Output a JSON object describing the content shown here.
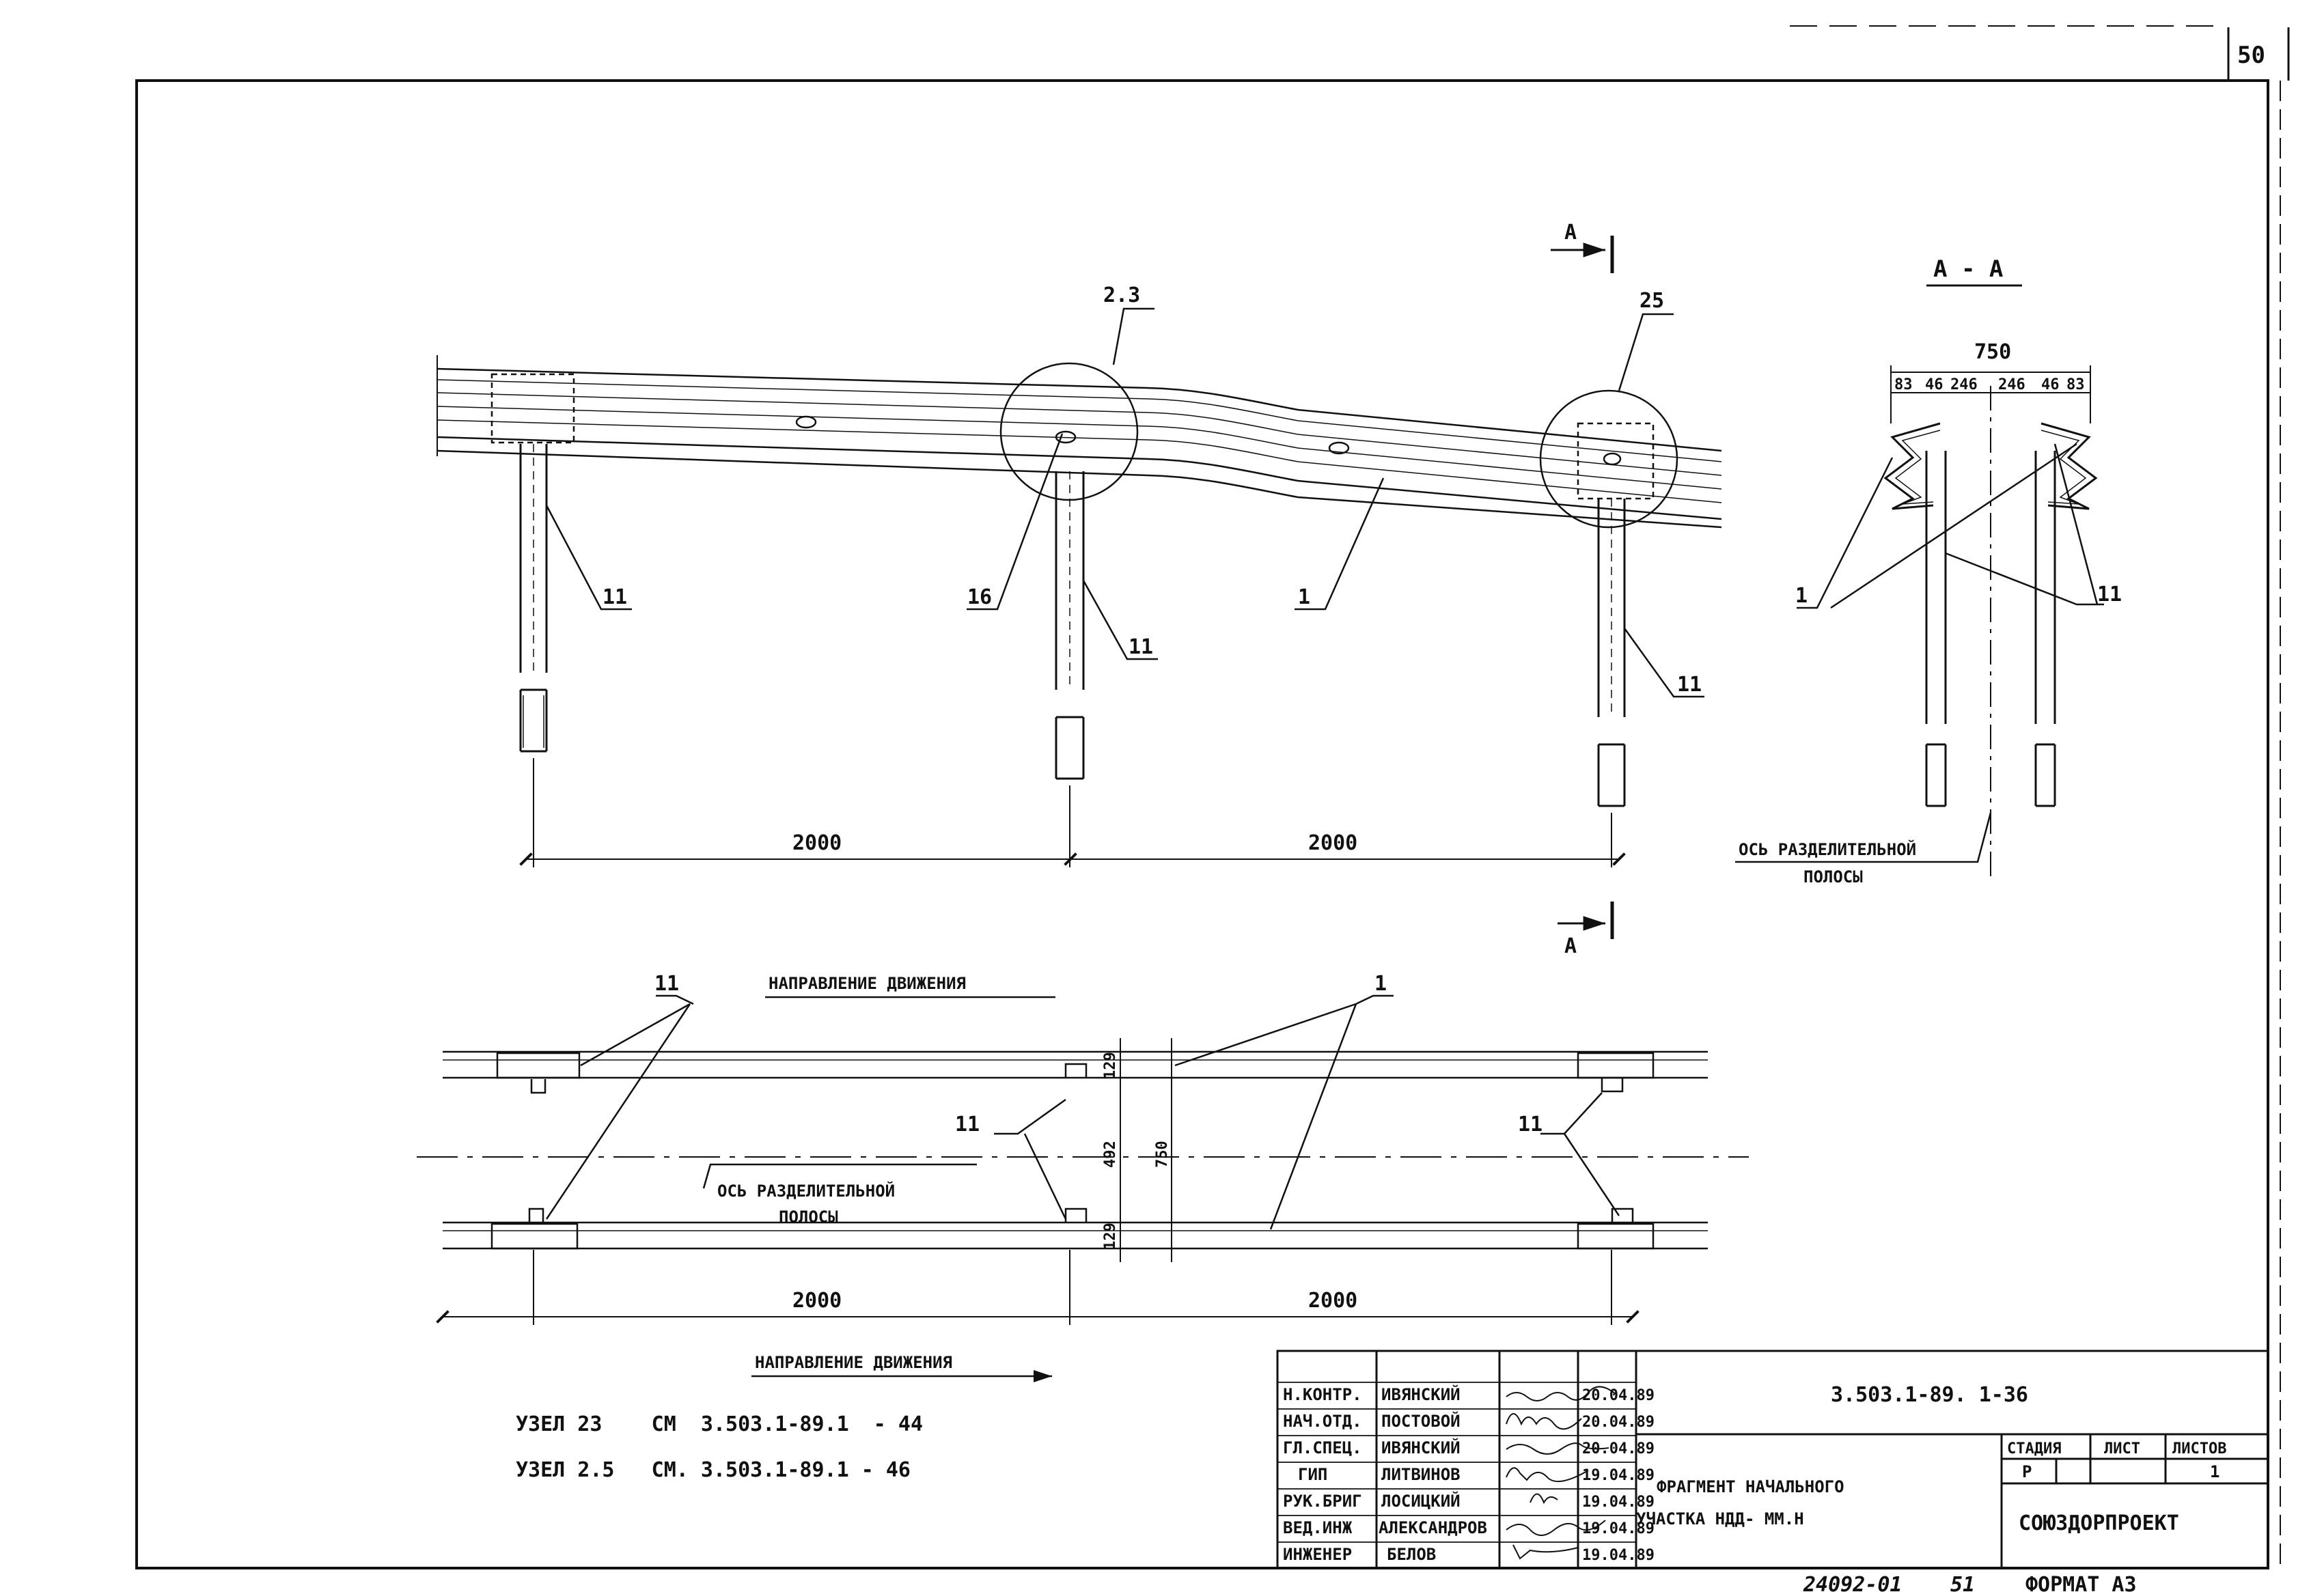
{
  "sheet_number": "50",
  "section": {
    "mark": "А",
    "title": "А - А",
    "overall_width": "750",
    "dims": [
      "83",
      "46",
      "246",
      "246",
      "46",
      "83"
    ]
  },
  "callouts": {
    "node_23": "2.3",
    "node_25": "25",
    "post": "11",
    "beam": "1",
    "bolt": "16"
  },
  "dimensions": {
    "span_left": "2000",
    "span_right": "2000",
    "plan_129_top": "129",
    "plan_492": "492",
    "plan_750": "750",
    "plan_129_bottom": "129"
  },
  "labels": {
    "axis_line1": "ОСЬ РАЗДЕЛИТЕЛЬНОЙ",
    "axis_line2": "ПОЛОСЫ",
    "direction_top": "НАПРАВЛЕНИЕ ДВИЖЕНИЯ",
    "direction_bottom": "НАПРАВЛЕНИЕ ДВИЖЕНИЯ"
  },
  "notes": [
    "УЗЕЛ 23    СМ  3.503.1-89.1  - 44",
    "УЗЕЛ 2.5   СМ. 3.503.1-89.1 - 46"
  ],
  "title_block": {
    "doc_code": "3.503.1-89. 1-36",
    "rows": [
      {
        "role": "Н.КОНТР.",
        "name": "ИВЯНСКИЙ",
        "date": "20.04.89"
      },
      {
        "role": "НАЧ.ОТД.",
        "name": "ПОСТОВОЙ",
        "date": "20.04.89"
      },
      {
        "role": "ГЛ.СПЕЦ.",
        "name": "ИВЯНСКИЙ",
        "date": "20.04.89"
      },
      {
        "role": "ГИП",
        "name": "ЛИТВИНОВ",
        "date": "19.04.89"
      },
      {
        "role": "РУК.БРИГ",
        "name": "ЛОСИЦКИЙ",
        "date": "19.04.89"
      },
      {
        "role": "ВЕД.ИНЖ",
        "name": "АЛЕКСАНДРОВ",
        "date": "19.04.89"
      },
      {
        "role": "ИНЖЕНЕР",
        "name": "БЕЛОВ",
        "date": "19.04.89"
      }
    ],
    "drawing_title_line1": "ФРАГМЕНТ НАЧАЛЬНОГО",
    "drawing_title_line2": "УЧАСТКА НДД- ММ.Н",
    "stage_header": "СТАДИЯ",
    "sheet_header": "ЛИСТ",
    "sheets_header": "ЛИСТОВ",
    "stage": "Р",
    "sheets_total": "1",
    "organization": "СОЮЗДОРПРОЕКТ"
  },
  "footer": {
    "archive_number": "24092-01",
    "page": "51",
    "format": "ФОРМАТ А3"
  }
}
